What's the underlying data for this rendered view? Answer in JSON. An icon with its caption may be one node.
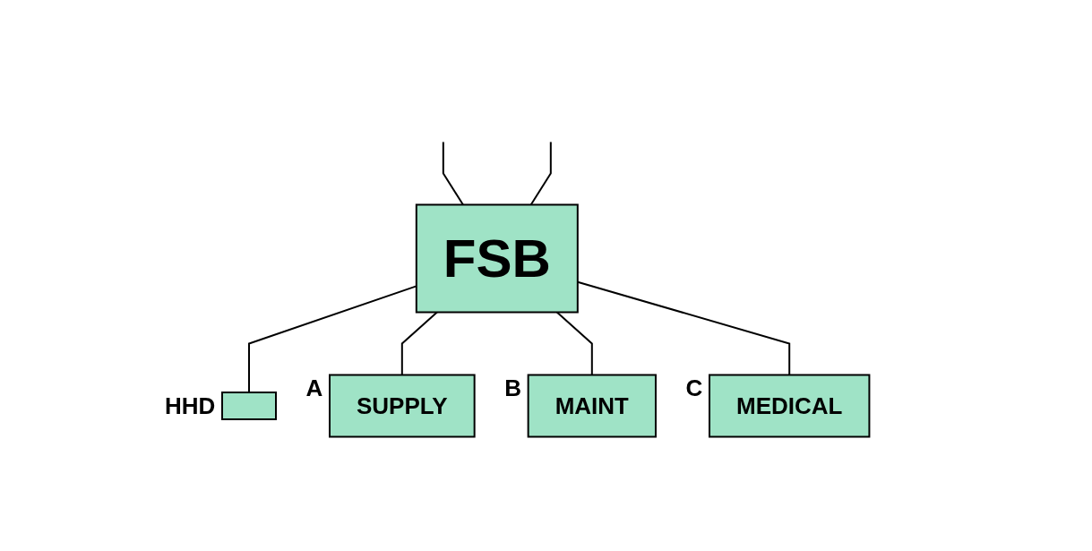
{
  "diagram": {
    "nodes": [
      {
        "text": [
          "FSB"
        ]
      },
      {
        "text": [],
        "shape": "box",
        "beside": [
          "HHD"
        ]
      },
      {
        "text": [
          "SUPPLY"
        ],
        "beside": [
          "A"
        ]
      },
      {
        "text": [
          "MAINT"
        ],
        "beside": [
          "B"
        ]
      },
      {
        "text": [
          "MEDICAL"
        ],
        "beside": [
          "C"
        ]
      }
    ],
    "edges": [
      {
        "from": null,
        "to": 0,
        "arrow": "none"
      },
      {
        "from": null,
        "to": 0,
        "arrow": "none"
      },
      {
        "from": 0,
        "to": 1,
        "arrow": "none"
      },
      {
        "from": 0,
        "to": 2,
        "arrow": "none"
      },
      {
        "from": 0,
        "to": 3,
        "arrow": "none"
      },
      {
        "from": 0,
        "to": 4,
        "arrow": "none"
      }
    ]
  }
}
